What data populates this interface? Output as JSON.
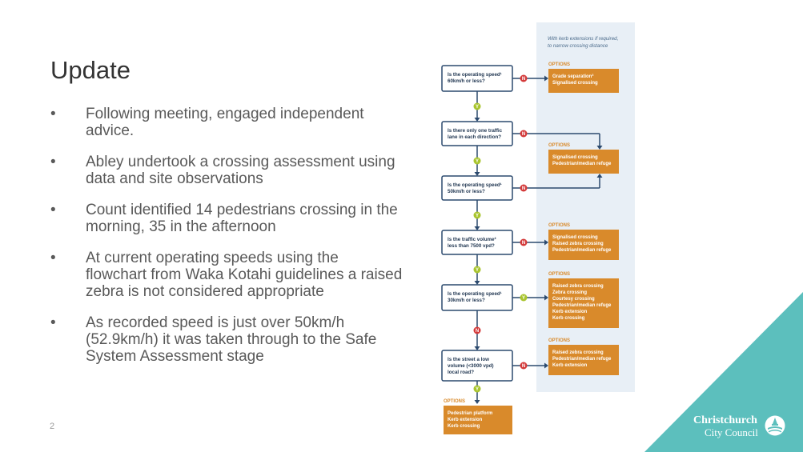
{
  "slide": {
    "title": "Update",
    "page_number": "2",
    "bullet_char": "•",
    "bullets": [
      "Following meeting, engaged independent advice.",
      "Abley undertook a crossing assessment using data and site observations",
      "Count identified 14 pedestrians crossing in the morning, 35 in the afternoon",
      "At current operating speeds using the flowchart from Waka Kotahi guidelines a raised zebra is not considered appropriate",
      "As recorded speed is just over 50km/h (52.9km/h) it was taken through to the Safe System Assessment stage"
    ]
  },
  "flowchart": {
    "panel_note": [
      "With kerb extensions if required,",
      "to narrow crossing distance"
    ],
    "options_label": "OPTIONS",
    "yes_label": "Y",
    "no_label": "N",
    "questions": [
      [
        "Is the operating speed¹",
        "60km/h or less?"
      ],
      [
        "Is there only one traffic",
        "lane in each direction?"
      ],
      [
        "Is the operating speed¹",
        "50km/h or less?"
      ],
      [
        "Is the traffic volume²",
        "less than 7500 vpd?"
      ],
      [
        "Is the operating speed¹",
        "30km/h or less?"
      ],
      [
        "Is the street a low",
        "volume (<3000 vpd)",
        "local road?"
      ]
    ],
    "option_groups": [
      [
        "Grade separation³",
        "Signalised crossing"
      ],
      [
        "Signalised crossing",
        "Pedestrian/median refuge"
      ],
      [
        "Signalised crossing",
        "Raised zebra crossing",
        "Pedestrian/median refuge"
      ],
      [
        "Raised zebra crossing",
        "Zebra crossing",
        "Courtesy crossing",
        "Pedestrian/median refuge",
        "Kerb extension",
        "Kerb crossing"
      ],
      [
        "Raised zebra crossing",
        "Pedestrian/median refuge",
        "Kerb extension"
      ]
    ],
    "final_options": [
      "Pedestrian platform",
      "Kerb extension",
      "Kerb crossing"
    ]
  },
  "branding": {
    "logo_line1": "Christchurch",
    "logo_line2": "City Council"
  },
  "colors": {
    "teal": "#5cbfbd",
    "orange": "#d98a2b",
    "navy": "#2c4a6e",
    "panel": "#e8eff6",
    "yes": "#a9c52f",
    "no": "#d43a3a"
  }
}
